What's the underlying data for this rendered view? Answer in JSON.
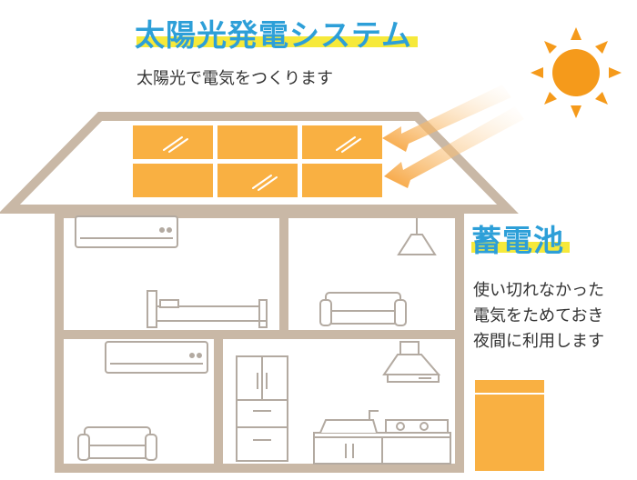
{
  "solar": {
    "title": "太陽光発電システム",
    "subtitle": "太陽光で電気をつくります"
  },
  "battery": {
    "title": "蓄電池",
    "description_lines": [
      "使い切れなかった",
      "電気をためておき",
      "夜間に利用します"
    ]
  },
  "colors": {
    "title_blue": "#2d9fd8",
    "highlight_yellow": "#f6e93a",
    "panel_orange": "#f9b042",
    "sun_orange": "#f59a1b",
    "house_outline": "#c9b8a6",
    "appliance_stroke": "#b3aaa1"
  },
  "icons": [
    "sun-icon",
    "solar-panel-icon",
    "air-conditioner-icon",
    "bed-icon",
    "pendant-lamp-icon",
    "sofa-icon",
    "range-hood-icon",
    "refrigerator-icon",
    "kitchen-sink-icon",
    "battery-icon"
  ]
}
